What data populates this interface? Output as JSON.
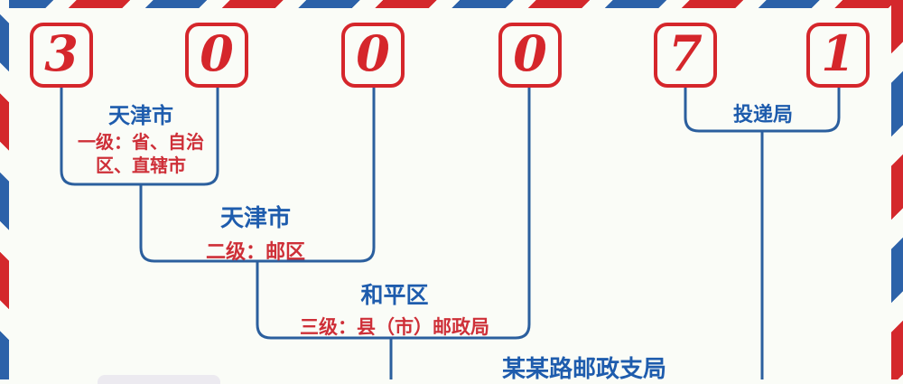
{
  "postal_code": {
    "value": "300071",
    "digits": [
      "3",
      "0",
      "0",
      "0",
      "7",
      "1"
    ]
  },
  "levels": [
    {
      "place": "天津市",
      "meaning": "一级：省、自治区、直辖市"
    },
    {
      "place": "天津市",
      "meaning": "二级：邮区"
    },
    {
      "place": "和平区",
      "meaning": "三级：县（市）邮政局"
    },
    {
      "place": "某某路邮政支局",
      "meaning": ""
    },
    {
      "place": "投递局",
      "meaning": ""
    }
  ],
  "colors": {
    "background": "#fafcf7",
    "stripe_red": "#d4282c",
    "stripe_blue": "#2c62a9",
    "digit_box_red": "#d5262b",
    "connector_blue": "#2b5f9e",
    "label_blue": "#1e5cad",
    "label_red": "#ce2f38",
    "gray_card": "#eceaf0"
  }
}
